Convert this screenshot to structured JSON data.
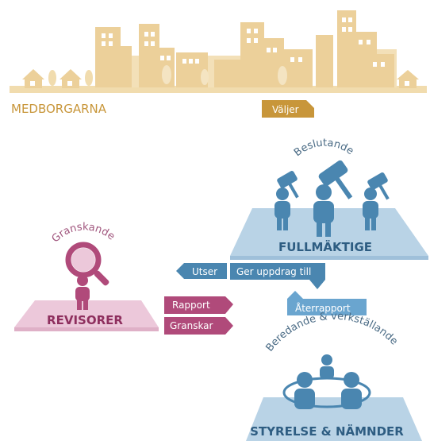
{
  "citizens": {
    "label": "MEDBORGARNA",
    "city_color": "#e8c98a",
    "label_color": "#c8963a"
  },
  "chooses_tag": {
    "label": "Väljer",
    "color": "#c8963a"
  },
  "council": {
    "label": "FULLMÄKTIGE",
    "role": "Beslutande",
    "color": "#4a86b0",
    "platform_color": "#b9d3e6"
  },
  "auditors": {
    "label": "REVISORER",
    "role": "Granskande",
    "color": "#b04a7a",
    "platform_color": "#ecc8da"
  },
  "boards": {
    "label": "STYRELSE & NÄMNDER",
    "role": "Beredande & verkställande",
    "color": "#4a86b0",
    "platform_color": "#b9d3e6"
  },
  "arrows": {
    "appoints": "Utser",
    "assigns": "Ger uppdrag till",
    "report": "Rapport",
    "audits": "Granskar",
    "report_back": "Återrapport"
  }
}
